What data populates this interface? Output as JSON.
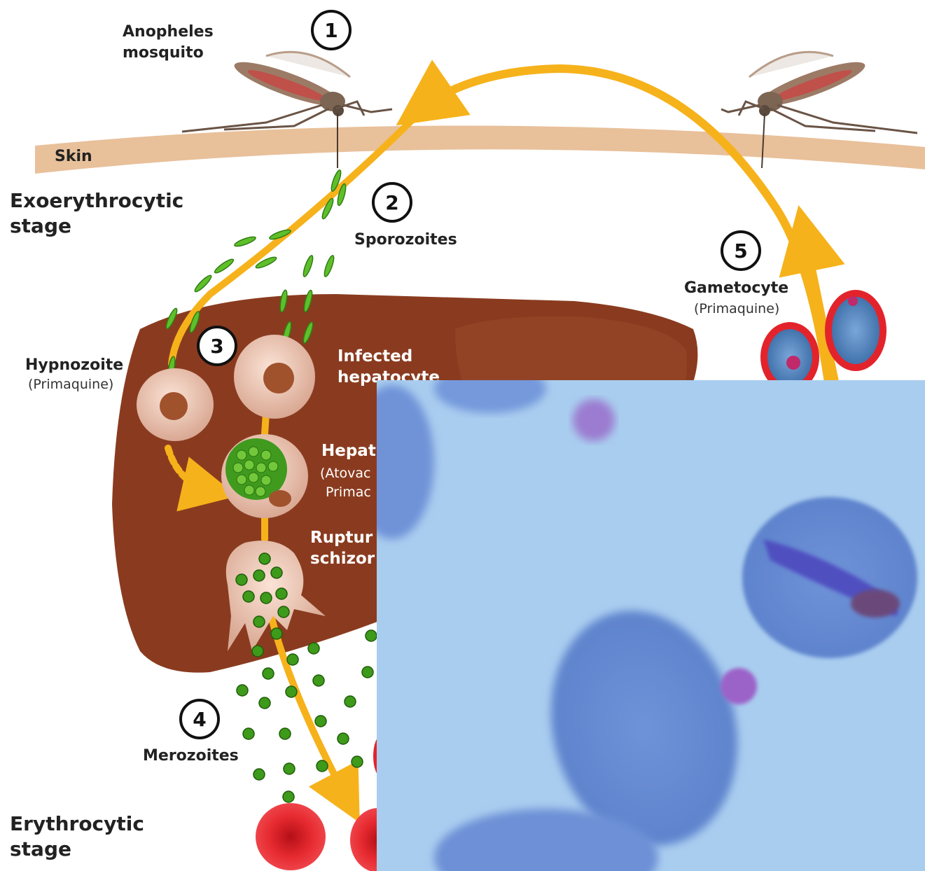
{
  "labels": {
    "mosquito": [
      "Anopheles",
      "mosquito"
    ],
    "skin": "Skin",
    "exo_stage": [
      "Exoerythrocytic",
      "stage"
    ],
    "sporozoites": "Sporozoites",
    "hypnozoite": "Hypnozoite",
    "hypnozoite_drug": "(Primaquine)",
    "infected_hepatocyte": [
      "Infected",
      "hepatocyte"
    ],
    "hepatic_schizont_partial": "Hepat",
    "hepatic_drug_partial": [
      "(Atovac",
      "Primac"
    ],
    "ruptured_partial": [
      "Ruptur",
      "schizor"
    ],
    "merozoites": "Merozoites",
    "gametocyte": "Gametocyte",
    "gametocyte_drug": "(Primaquine)",
    "ery_stage": [
      "Erythrocytic",
      "stage"
    ]
  },
  "steps": [
    "1",
    "2",
    "3",
    "4",
    "5"
  ],
  "colors": {
    "arrow": "#f6b21b",
    "liver": "#8a3b1f",
    "skin": "#e8c09a",
    "sporozoite": "#5fbf2a",
    "merozoite": "#3e9a1a",
    "rbc": "#e3232b",
    "micrograph_bg": "#a9cdef"
  },
  "icons": [
    "mosquito-icon",
    "liver-icon",
    "hepatocyte-icon",
    "rbc-icon",
    "micrograph-image"
  ]
}
